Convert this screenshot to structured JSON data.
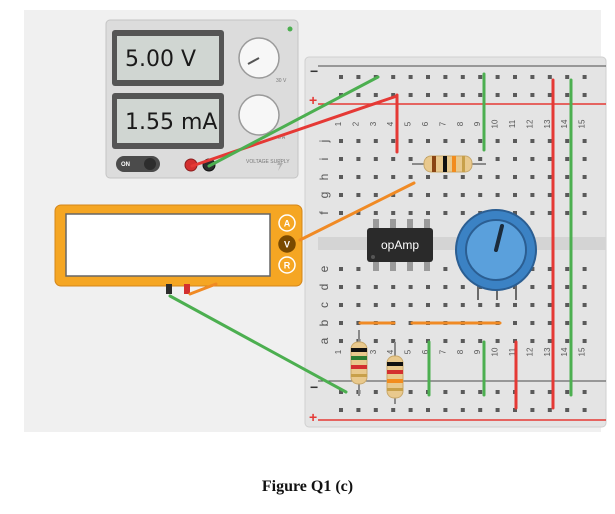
{
  "power_supply": {
    "voltage_display": "5.00 V",
    "current_display": "1.55 mA",
    "voltage_knob_max": "30 V",
    "current_knob_max": "5 A",
    "switch_label": "ON",
    "brand_label": "VOLTAGE SUPPLY"
  },
  "breadboard": {
    "row_letters_top": [
      "j",
      "i",
      "h",
      "g",
      "f"
    ],
    "row_letters_bottom": [
      "e",
      "d",
      "c",
      "b",
      "a"
    ],
    "column_numbers": [
      "1",
      "2",
      "3",
      "4",
      "5",
      "6",
      "7",
      "8",
      "9",
      "10",
      "11",
      "12",
      "13",
      "14",
      "15"
    ],
    "rail_minus": "−",
    "rail_plus": "+"
  },
  "chip": {
    "label": "opAmp"
  },
  "multimeter": {
    "buttons": [
      "A",
      "V",
      "R"
    ],
    "display": ""
  },
  "caption": "Figure Q1 (c)",
  "colors": {
    "wire_red": "#e53935",
    "wire_green": "#4caf50",
    "wire_orange": "#f08a24",
    "multimeter_body": "#f5a623",
    "potentiometer": "#3b82c4"
  }
}
